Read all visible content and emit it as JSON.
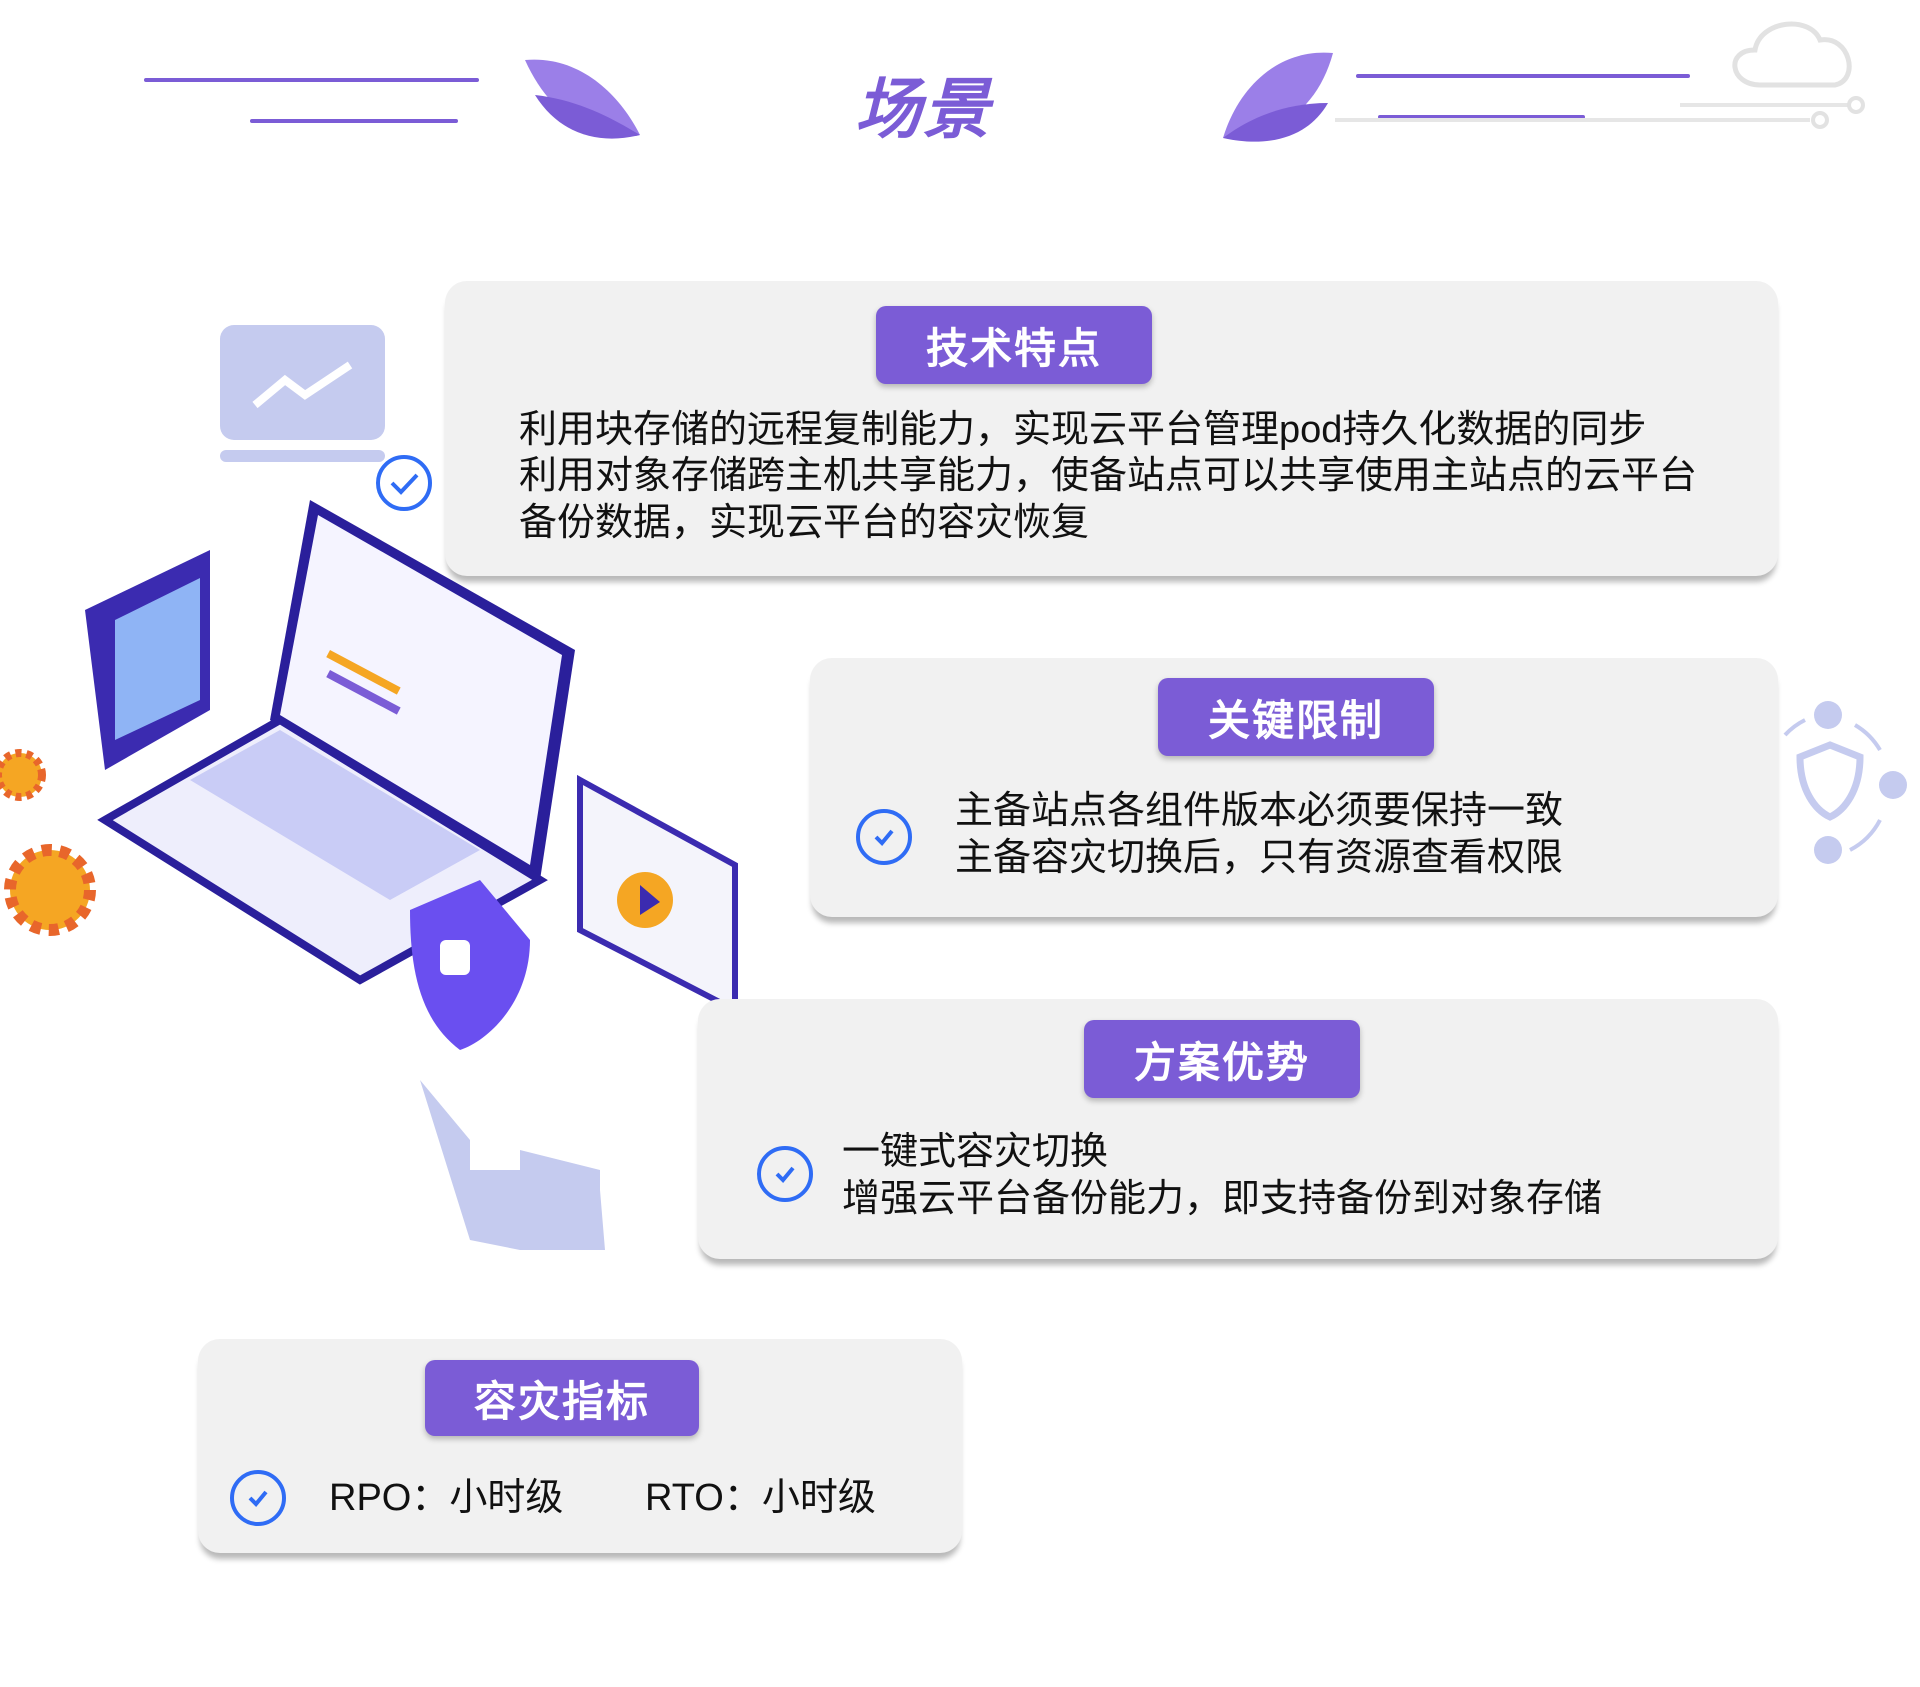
{
  "header": {
    "title": "场景"
  },
  "cards": [
    {
      "badge": "技术特点",
      "lines": [
        "利用块存储的远程复制能力，实现云平台管理pod持久化数据的同步",
        "利用对象存储跨主机共享能力，使备站点可以共享使用主站点的云平台",
        "备份数据，实现云平台的容灾恢复"
      ]
    },
    {
      "badge": "关键限制",
      "lines": [
        "主备站点各组件版本必须要保持一致",
        "主备容灾切换后，只有资源查看权限"
      ]
    },
    {
      "badge": "方案优势",
      "lines": [
        "一键式容灾切换",
        "增强云平台备份能力，即支持备份到对象存储"
      ]
    },
    {
      "badge": "容灾指标",
      "rpo_label": "RPO：",
      "rpo_value": "小时级",
      "rto_label": "RTO：",
      "rto_value": "小时级"
    }
  ],
  "colors": {
    "accent": "#7b5cd6",
    "check": "#2f6cf5",
    "card": "#f1f1f1"
  }
}
